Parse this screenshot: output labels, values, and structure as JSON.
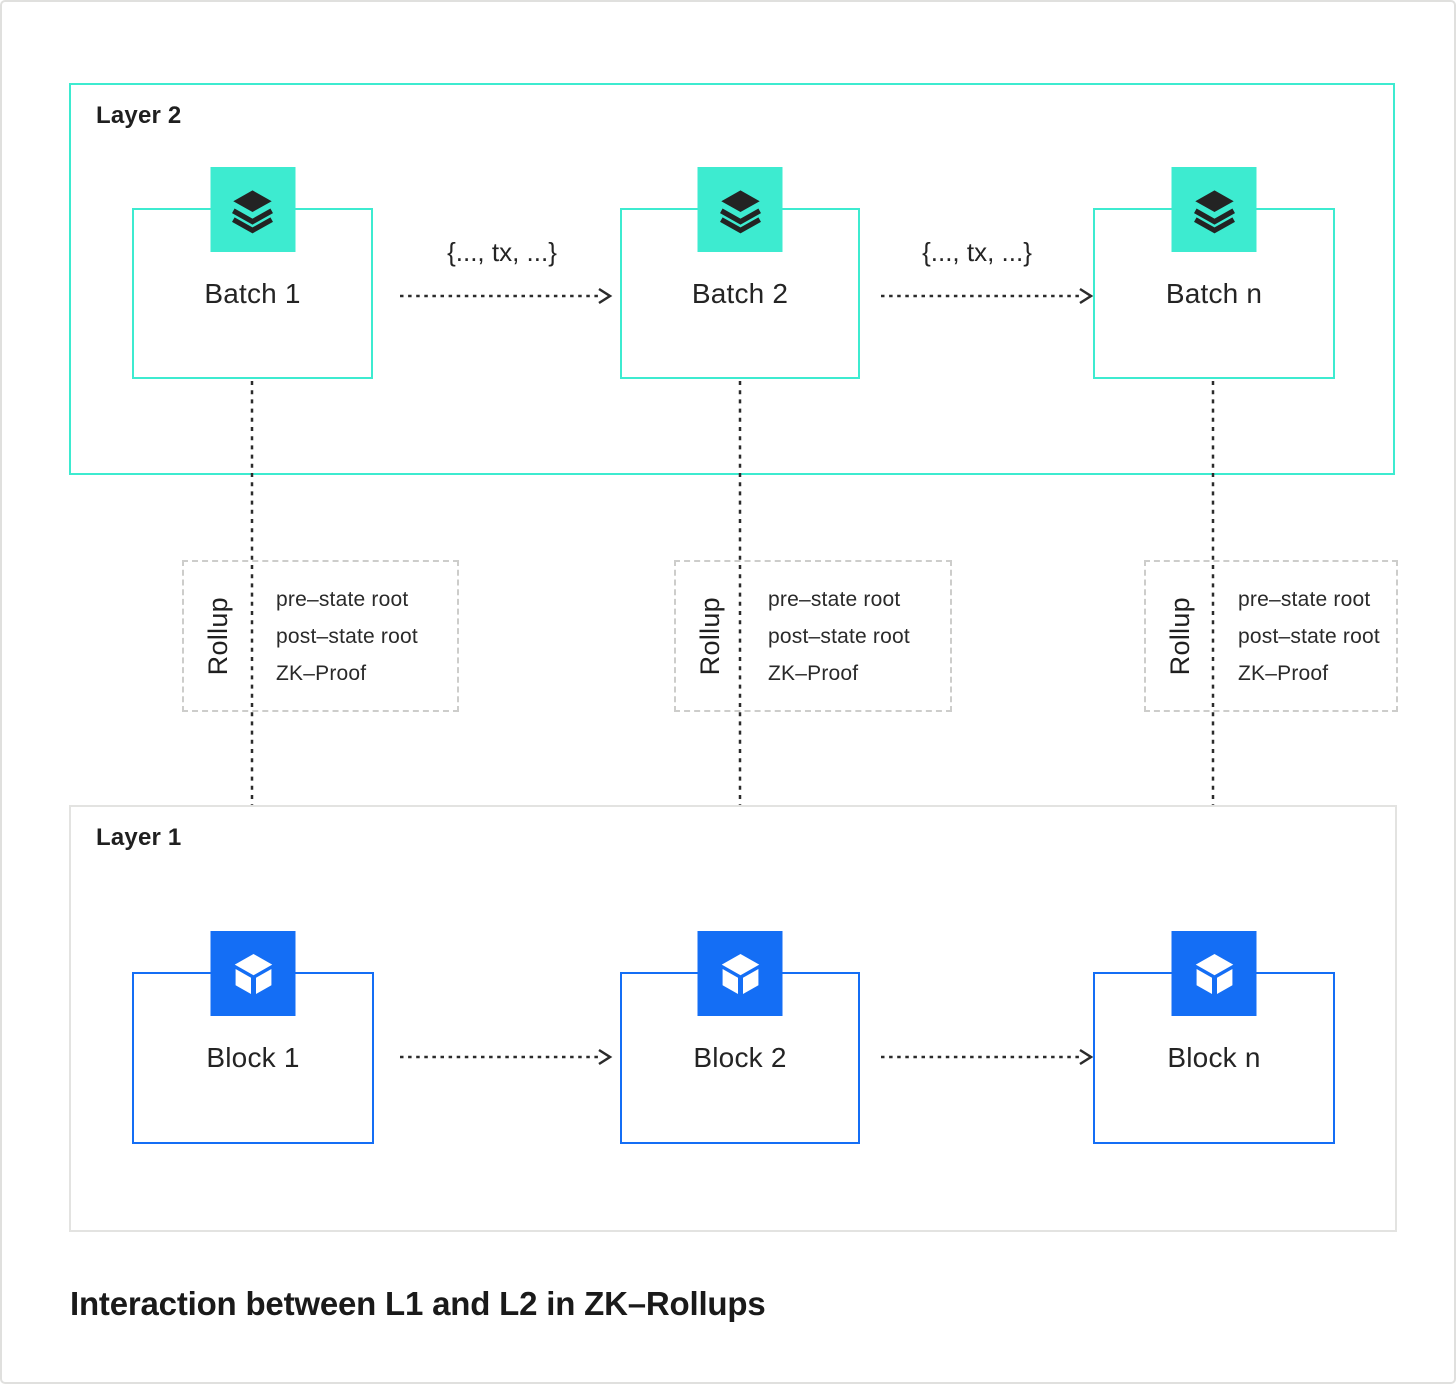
{
  "colors": {
    "teal": "#3DEBD0",
    "blue": "#146EF5",
    "ink": "#1F1F1F",
    "layer1_border": "#E3E3E1",
    "rollup_dash_border": "#CDCDCB",
    "arrow": "#2B2B2B"
  },
  "layer2": {
    "label": "Layer 2",
    "nodes": [
      {
        "label": "Batch 1",
        "icon": "layers-icon"
      },
      {
        "label": "Batch 2",
        "icon": "layers-icon"
      },
      {
        "label": "Batch n",
        "icon": "layers-icon"
      }
    ],
    "tx_arrows": [
      {
        "label": "{..., tx, ...}"
      },
      {
        "label": "{..., tx, ...}"
      }
    ]
  },
  "rollup": {
    "label": "Rollup",
    "lines": [
      "pre–state root",
      "post–state root",
      "ZK–Proof"
    ]
  },
  "layer1": {
    "label": "Layer 1",
    "nodes": [
      {
        "label": "Block 1",
        "icon": "cube-icon"
      },
      {
        "label": "Block 2",
        "icon": "cube-icon"
      },
      {
        "label": "Block n",
        "icon": "cube-icon"
      }
    ]
  },
  "caption": "Interaction between L1 and L2 in ZK–Rollups"
}
